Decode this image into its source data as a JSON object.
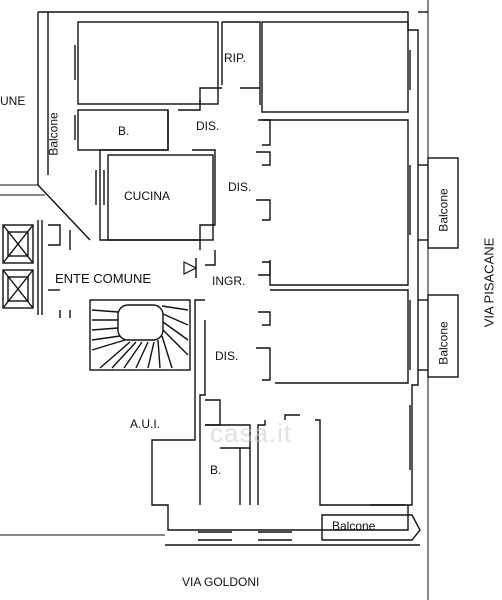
{
  "labels": {
    "rip": "RIP.",
    "b_top": "B.",
    "dis_top": "DIS.",
    "cucina": "CUCINA",
    "dis_mid": "DIS.",
    "ente_comune": "ENTE COMUNE",
    "ingr": "INGR.",
    "dis_low": "DIS.",
    "aui": "A.U.I.",
    "b_low": "B.",
    "balcone_bottom": "Balcone",
    "balcone_left": "Balcone",
    "balcone_right_top": "Balcone",
    "balcone_right_bottom": "Balcone",
    "cut_left": "UNE",
    "via_goldoni": "VIA GOLDONI",
    "via_pisacane": "VIA PISACANE"
  },
  "watermark": "casa.it",
  "colors": {
    "line": "#111111",
    "watermark": "#c9c9c9"
  }
}
